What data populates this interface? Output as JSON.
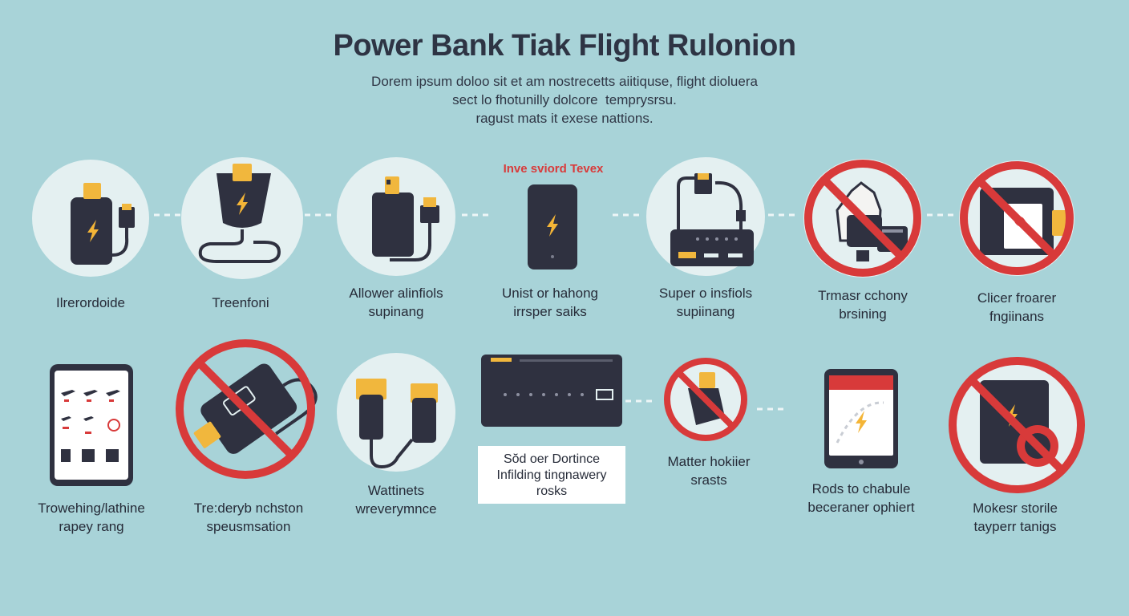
{
  "title": "Power Bank Tiak Flight Rulonion",
  "subtitle": [
    "Dorem ipsum doloo sit et am nostrecetts aiitiquse, flight dioluera",
    "sect lo fhotunilly dolcore  temprysrsu.",
    "ragust mats it exese nattions."
  ],
  "highlight": "Inve sviord Tevex",
  "row1": [
    {
      "icon": "power-bank-cable-icon",
      "label": [
        "Ilrerordoide"
      ]
    },
    {
      "icon": "charger-plug-icon",
      "label": [
        "Treenfoni"
      ]
    },
    {
      "icon": "usb-cables-icon",
      "label": [
        "Allower alinfiols",
        "supinang"
      ]
    },
    {
      "icon": "phone-battery-icon",
      "label": [
        "Unist or hahong",
        "irrsper saiks"
      ]
    },
    {
      "icon": "charging-hub-icon",
      "label": [
        "Super o insfiols",
        "supiinang"
      ]
    },
    {
      "icon": "prohibited-cabin-icon",
      "label": [
        "Trmasr cchony",
        "brsining"
      ]
    },
    {
      "icon": "prohibited-device-icon",
      "label": [
        "Clicer froarer",
        "fngiinans"
      ]
    }
  ],
  "row2": [
    {
      "icon": "phone-airline-app-icon",
      "label": [
        "Trowehing/lathine",
        "rapey rang"
      ]
    },
    {
      "icon": "prohibited-power-bank-icon",
      "label": [
        "Tre:deryb nchston",
        "speusmsation"
      ]
    },
    {
      "icon": "usb-connectors-icon",
      "label": [
        "Wattinets",
        "wreverymnce"
      ]
    },
    {
      "icon": "large-power-bank-icon",
      "label": [
        "Sŏd oer Dortince",
        "Infilding tingnawery",
        "rosks"
      ]
    },
    {
      "icon": "prohibited-plug-icon",
      "label": [
        "Matter hokiier",
        "srasts"
      ]
    },
    {
      "icon": "tablet-charging-icon",
      "label": [
        "Rods to chabule",
        "beceraner ophiert"
      ]
    },
    {
      "icon": "prohibited-tablet-icon",
      "label": [
        "Mokesr storile",
        "tayperr tanigs"
      ]
    }
  ],
  "colors": {
    "background": "#a8d3d8",
    "circle": "#e4f0f1",
    "device": "#2f3140",
    "connector": "#f1b73d",
    "bolt": "#f4b537",
    "prohibit": "#d83a3a",
    "text": "#262b38"
  }
}
